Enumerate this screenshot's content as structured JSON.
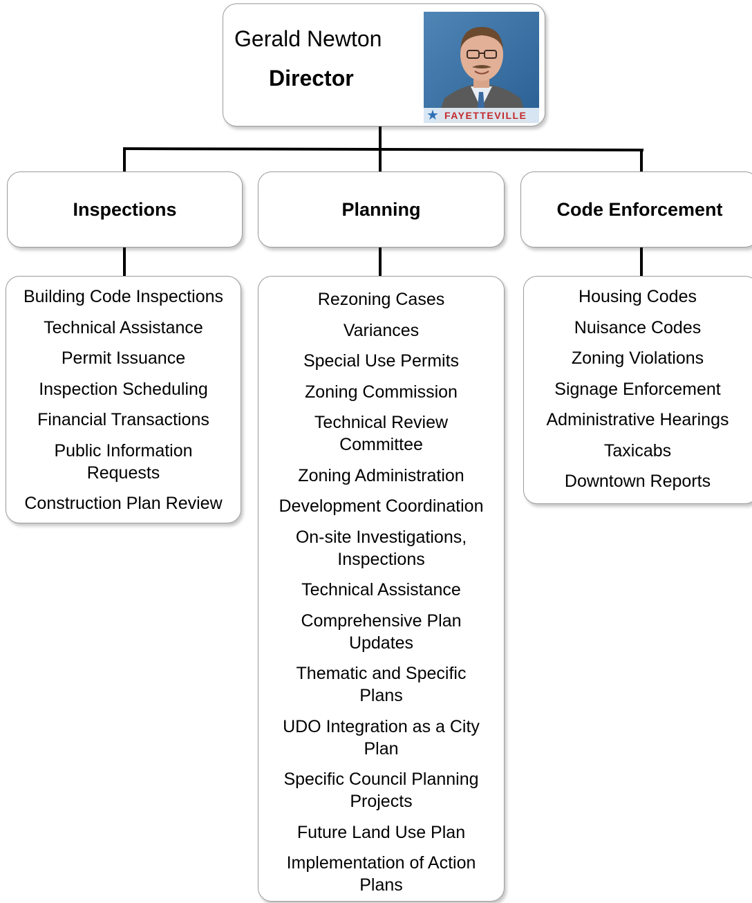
{
  "director": {
    "name": "Gerald Newton",
    "title": "Director",
    "photo_caption": "FAYETTEVILLE"
  },
  "departments": [
    {
      "name": "Inspections",
      "items": [
        "Building Code Inspections",
        "Technical Assistance",
        "Permit Issuance",
        "Inspection Scheduling",
        "Financial Transactions",
        "Public Information Requests",
        "Construction Plan Review"
      ]
    },
    {
      "name": "Planning",
      "items": [
        "Rezoning Cases",
        "Variances",
        "Special Use Permits",
        "Zoning Commission",
        "Technical Review Committee",
        "Zoning Administration",
        "Development Coordination",
        "On-site Investigations, Inspections",
        "Technical Assistance",
        "Comprehensive Plan Updates",
        "Thematic and Specific Plans",
        "UDO Integration as a City Plan",
        "Specific Council Planning Projects",
        "Future Land Use Plan",
        "Implementation of Action Plans"
      ]
    },
    {
      "name": "Code Enforcement",
      "items": [
        "Housing Codes",
        "Nuisance Codes",
        "Zoning Violations",
        "Signage Enforcement",
        "Administrative Hearings",
        "Taxicabs",
        "Downtown Reports"
      ]
    }
  ]
}
